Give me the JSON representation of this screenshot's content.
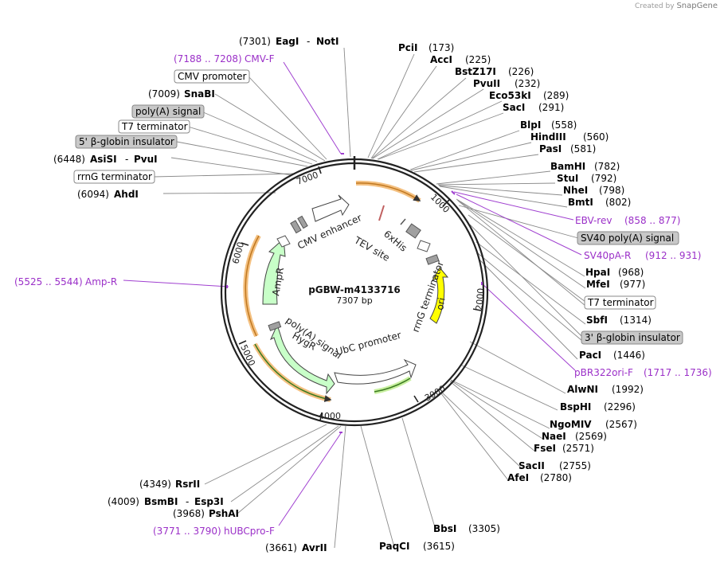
{
  "credit": {
    "prefix": "Created by",
    "brand": "SnapGene"
  },
  "plasmid": {
    "name": "pGBW-m4133716",
    "length_label": "7307 bp",
    "length": 7307
  },
  "ring_ticks": [
    "1000",
    "2000",
    "3000",
    "4000",
    "5000",
    "6000",
    "7000"
  ],
  "enzymes_right": [
    {
      "name": "PciI",
      "pos": "(173)"
    },
    {
      "name": "AccI",
      "pos": "(225)"
    },
    {
      "name": "BstZ17I",
      "pos": "(226)"
    },
    {
      "name": "PvuII",
      "pos": "(232)"
    },
    {
      "name": "Eco53kI",
      "pos": "(289)"
    },
    {
      "name": "SacI",
      "pos": "(291)"
    },
    {
      "name": "BlpI",
      "pos": "(558)"
    },
    {
      "name": "HindIII",
      "pos": "(560)"
    },
    {
      "name": "PasI",
      "pos": "(581)"
    },
    {
      "name": "BamHI",
      "pos": "(782)"
    },
    {
      "name": "StuI",
      "pos": "(792)"
    },
    {
      "name": "NheI",
      "pos": "(798)"
    },
    {
      "name": "BmtI",
      "pos": "(802)"
    },
    {
      "name": "HpaI",
      "pos": "(968)"
    },
    {
      "name": "MfeI",
      "pos": "(977)"
    },
    {
      "name": "SbfI",
      "pos": "(1314)"
    },
    {
      "name": "PacI",
      "pos": "(1446)"
    },
    {
      "name": "AlwNI",
      "pos": "(1992)"
    },
    {
      "name": "BspHI",
      "pos": "(2296)"
    },
    {
      "name": "NgoMIV",
      "pos": "(2567)"
    },
    {
      "name": "NaeI",
      "pos": "(2569)"
    },
    {
      "name": "FseI",
      "pos": "(2571)"
    },
    {
      "name": "SacII",
      "pos": "(2755)"
    },
    {
      "name": "AfeI",
      "pos": "(2780)"
    },
    {
      "name": "BbsI",
      "pos": "(3305)"
    },
    {
      "name": "PaqCI",
      "pos": "(3615)"
    }
  ],
  "enzymes_left": [
    {
      "pos": "(7301)",
      "name": "EagI",
      "sep": "-",
      "name2": "NotI"
    },
    {
      "pos": "(7009)",
      "name": "SnaBI"
    },
    {
      "pos": "(6448)",
      "name": "AsiSI",
      "sep": "-",
      "name2": "PvuI"
    },
    {
      "pos": "(6094)",
      "name": "AhdI"
    },
    {
      "pos": "(4349)",
      "name": "RsrII"
    },
    {
      "pos": "(4009)",
      "name": "BsmBI",
      "sep": "-",
      "name2": "Esp3I"
    },
    {
      "pos": "(3968)",
      "name": "PshAI"
    },
    {
      "pos": "(3661)",
      "name": "AvrII"
    }
  ],
  "primers": [
    {
      "name": "CMV-F",
      "range": "(7188 .. 7208)"
    },
    {
      "name": "EBV-rev",
      "range": "(858 .. 877)"
    },
    {
      "name": "SV40pA-R",
      "range": "(912 .. 931)"
    },
    {
      "name": "pBR322ori-F",
      "range": "(1717 .. 1736)"
    },
    {
      "name": "Amp-R",
      "range": "(5525 .. 5544)"
    },
    {
      "name": "hUBCpro-F",
      "range": "(3771 .. 3790)"
    }
  ],
  "boxed_features": [
    {
      "label": "CMV promoter",
      "style": "white"
    },
    {
      "label": "poly(A) signal",
      "style": "gray"
    },
    {
      "label": "T7 terminator",
      "style": "white"
    },
    {
      "label": "5' β-globin insulator",
      "style": "gray"
    },
    {
      "label": "rrnG terminator",
      "style": "white"
    },
    {
      "label": "SV40 poly(A) signal",
      "style": "gray"
    },
    {
      "label": "T7 terminator",
      "style": "white"
    },
    {
      "label": "3' β-globin insulator",
      "style": "gray"
    }
  ],
  "inner_labels": [
    "CMV enhancer",
    "TEV site",
    "6xHis",
    "rrnG terminator",
    "ori",
    "UbC promoter",
    "poly(A) signal",
    "HygR",
    "AmpR"
  ],
  "colors": {
    "enzyme_text": "#000000",
    "primer_text": "#9b30c8",
    "line": "#8a8a8a",
    "primer_line": "#a040d0",
    "orf_fill": "#f4a83a",
    "amp_fill": "#c8ffc8",
    "ori_fill": "#ffff00",
    "gray_box": "#c8c8c8"
  }
}
